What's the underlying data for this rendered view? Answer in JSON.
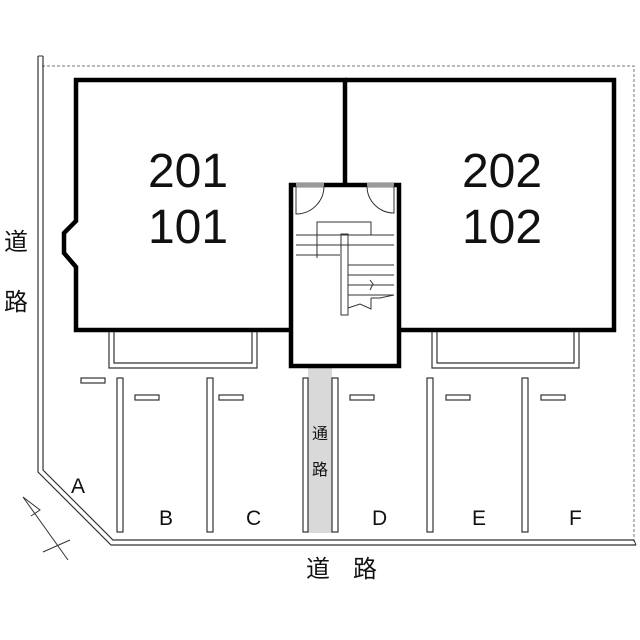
{
  "building": {
    "left_unit": {
      "upper": "201",
      "lower": "101"
    },
    "right_unit": {
      "upper": "202",
      "lower": "102"
    }
  },
  "roads": {
    "left_label_chars": [
      "道",
      "路"
    ],
    "bottom_label_chars": [
      "道",
      "路"
    ]
  },
  "passage": {
    "label_chars": [
      "通",
      "路"
    ],
    "color": "#d9d9d9"
  },
  "parking": {
    "slots": [
      "A",
      "B",
      "C",
      "D",
      "E",
      "F"
    ]
  },
  "colors": {
    "wall": "#000000",
    "line": "#333333",
    "background": "#ffffff"
  }
}
